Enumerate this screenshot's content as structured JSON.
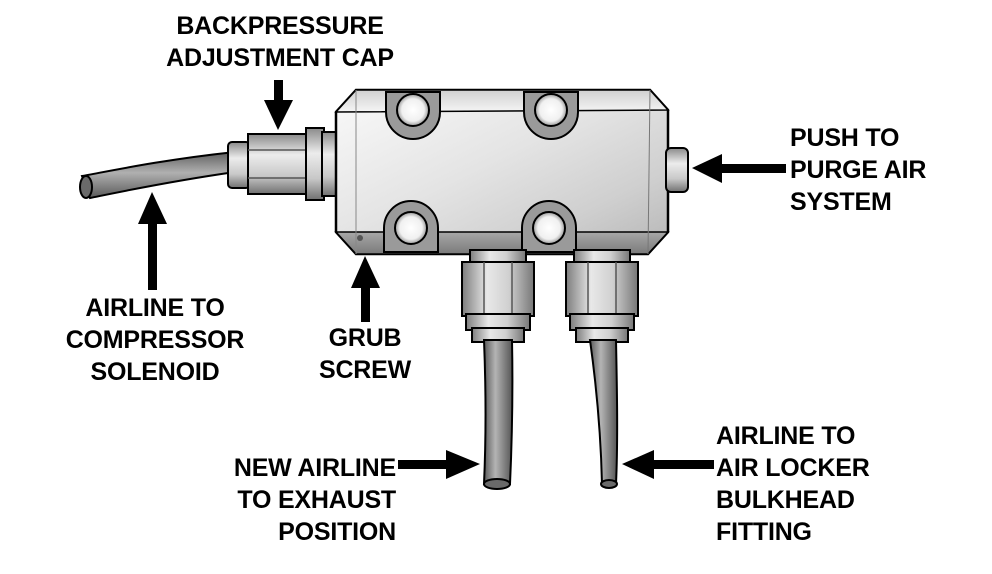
{
  "labels": {
    "backpressure_cap": [
      "BACKPRESSURE",
      "ADJUSTMENT CAP"
    ],
    "push_to_purge": [
      "PUSH TO",
      "PURGE AIR",
      "SYSTEM"
    ],
    "airline_compressor": [
      "AIRLINE TO",
      "COMPRESSOR",
      "SOLENOID"
    ],
    "grub_screw": [
      "GRUB",
      "SCREW"
    ],
    "new_airline_exhaust": [
      "NEW AIRLINE",
      "TO EXHAUST",
      "POSITION"
    ],
    "airline_air_locker": [
      "AIRLINE TO",
      "AIR LOCKER",
      "BULKHEAD",
      "FITTING"
    ]
  },
  "colors": {
    "text": "#000000",
    "metal_light": "#f2f2f2",
    "metal_mid": "#bdbdbd",
    "metal_dark": "#6e6e6e",
    "hose": "#8c8c8c",
    "outline": "#000000"
  }
}
